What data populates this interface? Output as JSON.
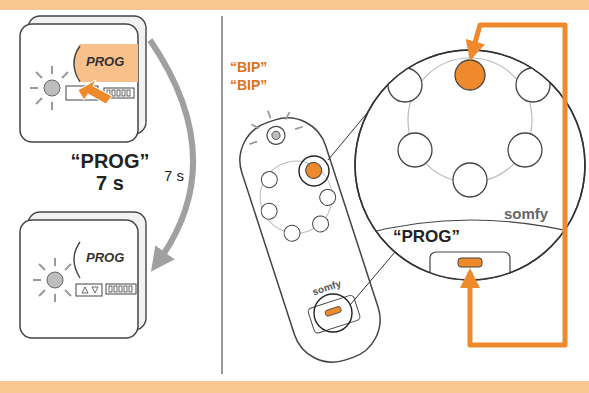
{
  "diagram": {
    "labels": [
      "PROG",
      "“PROG” 7 s",
      "7 s",
      "PROG",
      "“BIP”",
      "“BIP”",
      "“PROG”",
      "somfy",
      "somfy"
    ]
  }
}
